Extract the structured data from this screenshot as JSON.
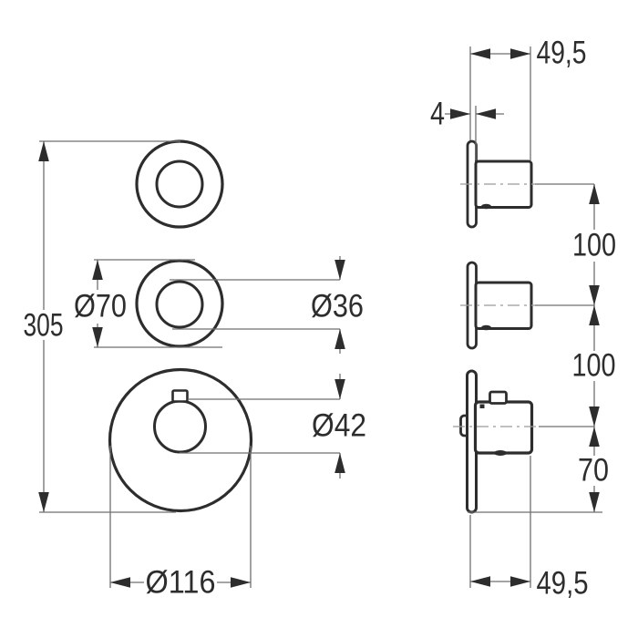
{
  "front_view": {
    "overall_height": "305",
    "middle_knob": {
      "outer_diameter": "Ø70",
      "inner_diameter": "Ø36"
    },
    "bottom_knob": {
      "handle_diameter": "Ø42",
      "plate_diameter": "Ø116"
    }
  },
  "side_view": {
    "depth_top": "49,5",
    "plate_thickness": "4",
    "spacing_top_to_middle": "100",
    "spacing_middle_to_bottom": "100",
    "center_to_plate_bottom": "70",
    "depth_bottom": "49,5"
  },
  "colors": {
    "background": "#ffffff",
    "outline": "#2d2d2d",
    "dimension_line": "#6f6f6f",
    "centerline": "#9b9b9b",
    "text": "#2d2d2d"
  }
}
